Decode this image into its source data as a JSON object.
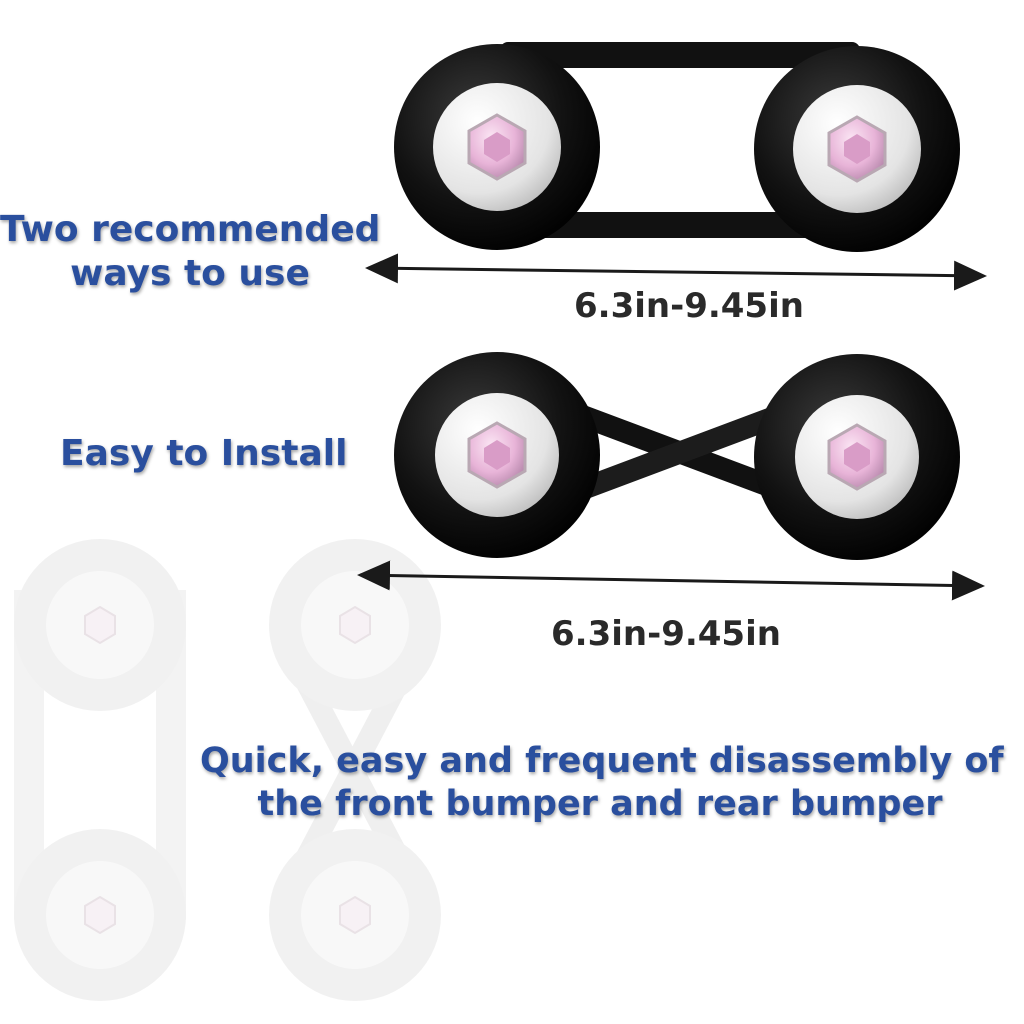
{
  "captions": {
    "ways": [
      "Two recommended",
      "ways to use"
    ],
    "install": "Easy to Install",
    "quick": [
      "Quick, easy and frequent disassembly of",
      "the front bumper and rear bumper"
    ]
  },
  "dimensions": {
    "parallel": "6.3in-9.45in",
    "crossed": "6.3in-9.45in"
  },
  "colors": {
    "caption_blue": "#2a4f9e",
    "dimension_text": "#2a2a2a",
    "washer_black": "#0d0d0d",
    "bolt_pink": "#e8b4d8",
    "ghost_gray": "#e6e6e6"
  },
  "icons": {
    "bolt": "hex-socket-bolt-icon",
    "arrow": "double-arrow-icon"
  }
}
